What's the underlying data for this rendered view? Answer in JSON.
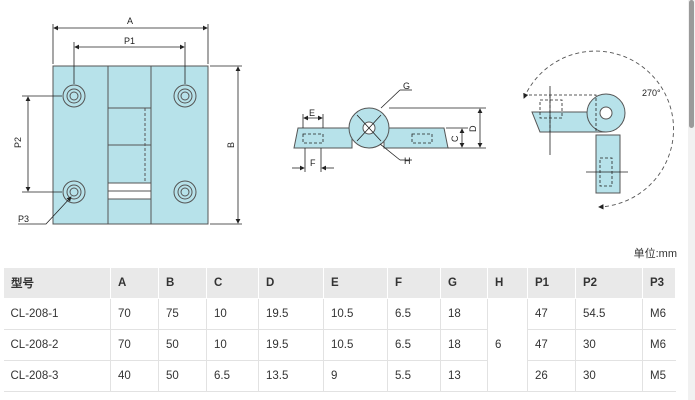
{
  "drawing": {
    "front": {
      "A": "A",
      "P1": "P1",
      "P2": "P2",
      "B": "B",
      "P3": "P3"
    },
    "side": {
      "G": "G",
      "E": "E",
      "F": "F",
      "C": "C",
      "D": "D",
      "H": "H"
    },
    "rotation": {
      "angle": "270°"
    },
    "colors": {
      "body": "#b7e2ea",
      "outline": "#555555",
      "dashed": "#222222"
    }
  },
  "unit_label": "单位:mm",
  "table": {
    "headers": [
      "型号",
      "A",
      "B",
      "C",
      "D",
      "E",
      "F",
      "G",
      "H",
      "P1",
      "P2",
      "P3"
    ],
    "h_shared": "6",
    "rows": [
      {
        "model": "CL-208-1",
        "A": "70",
        "B": "75",
        "C": "10",
        "D": "19.5",
        "E": "10.5",
        "F": "6.5",
        "G": "18",
        "P1": "47",
        "P2": "54.5",
        "P3": "M6"
      },
      {
        "model": "CL-208-2",
        "A": "70",
        "B": "50",
        "C": "10",
        "D": "19.5",
        "E": "10.5",
        "F": "6.5",
        "G": "18",
        "P1": "47",
        "P2": "30",
        "P3": "M6"
      },
      {
        "model": "CL-208-3",
        "A": "40",
        "B": "50",
        "C": "6.5",
        "D": "13.5",
        "E": "9",
        "F": "5.5",
        "G": "13",
        "P1": "26",
        "P2": "30",
        "P3": "M5"
      }
    ]
  }
}
